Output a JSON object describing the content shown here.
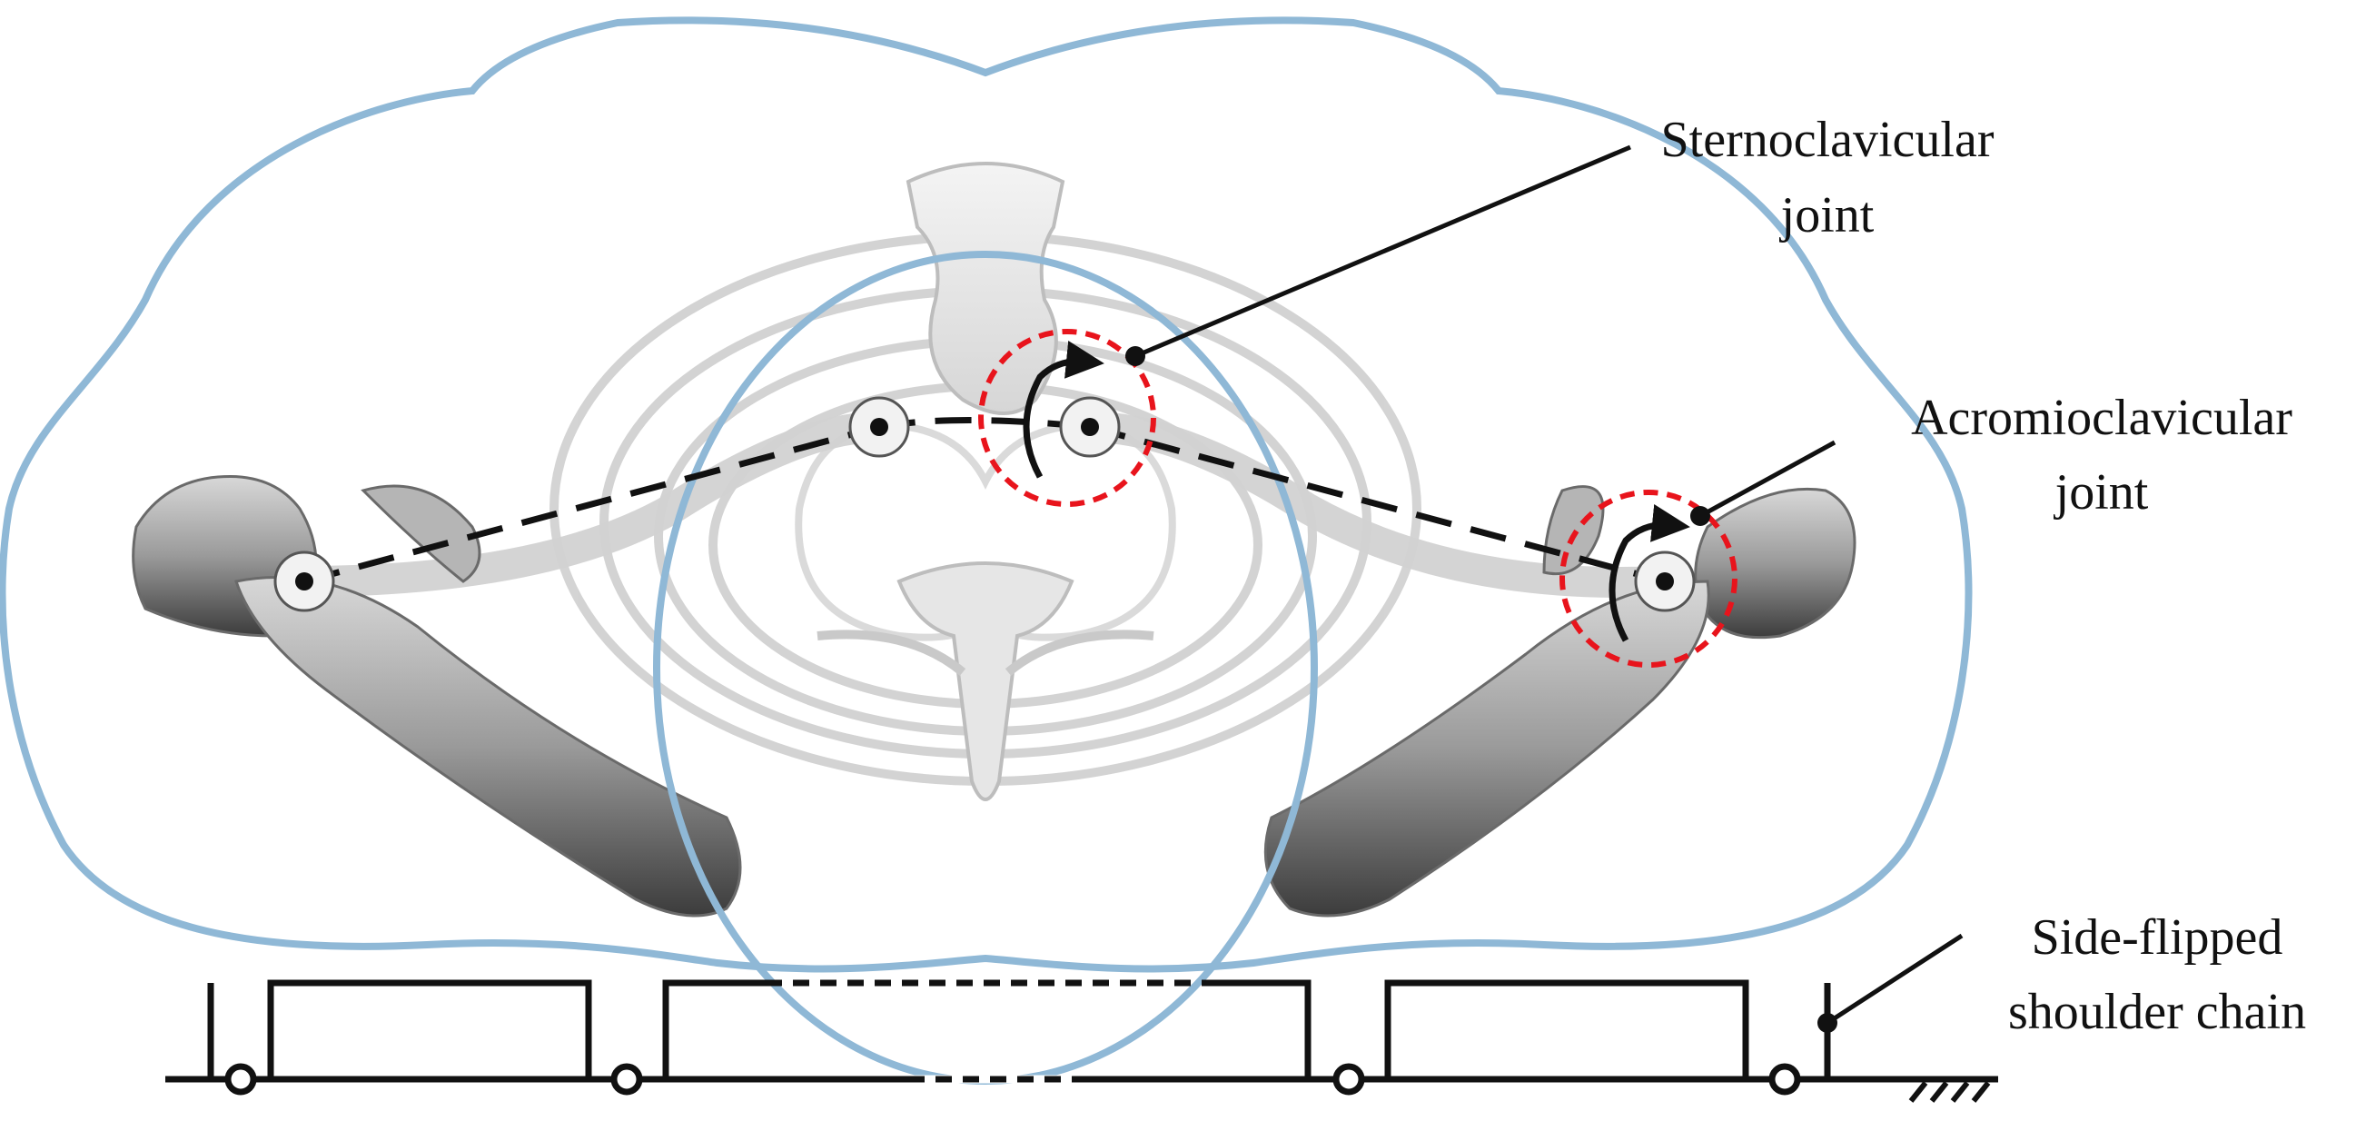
{
  "annotations": {
    "sternoclavicular_line1": "Sternoclavicular",
    "sternoclavicular_line2": "joint",
    "acromioclavicular_line1": "Acromioclavicular",
    "acromioclavicular_line2": "joint",
    "chain_line1": "Side-flipped",
    "chain_line2": "shoulder chain"
  },
  "colors": {
    "body_outline": "#8fb8d6",
    "joint_highlight": "#e8141c",
    "ink": "#111111",
    "bone_light": "#e4e4e4",
    "bone_dark": "#5e5e5e"
  },
  "icons": [
    "rotation-arrow-icon",
    "ground-hatch-icon",
    "revolute-joint-icon"
  ]
}
